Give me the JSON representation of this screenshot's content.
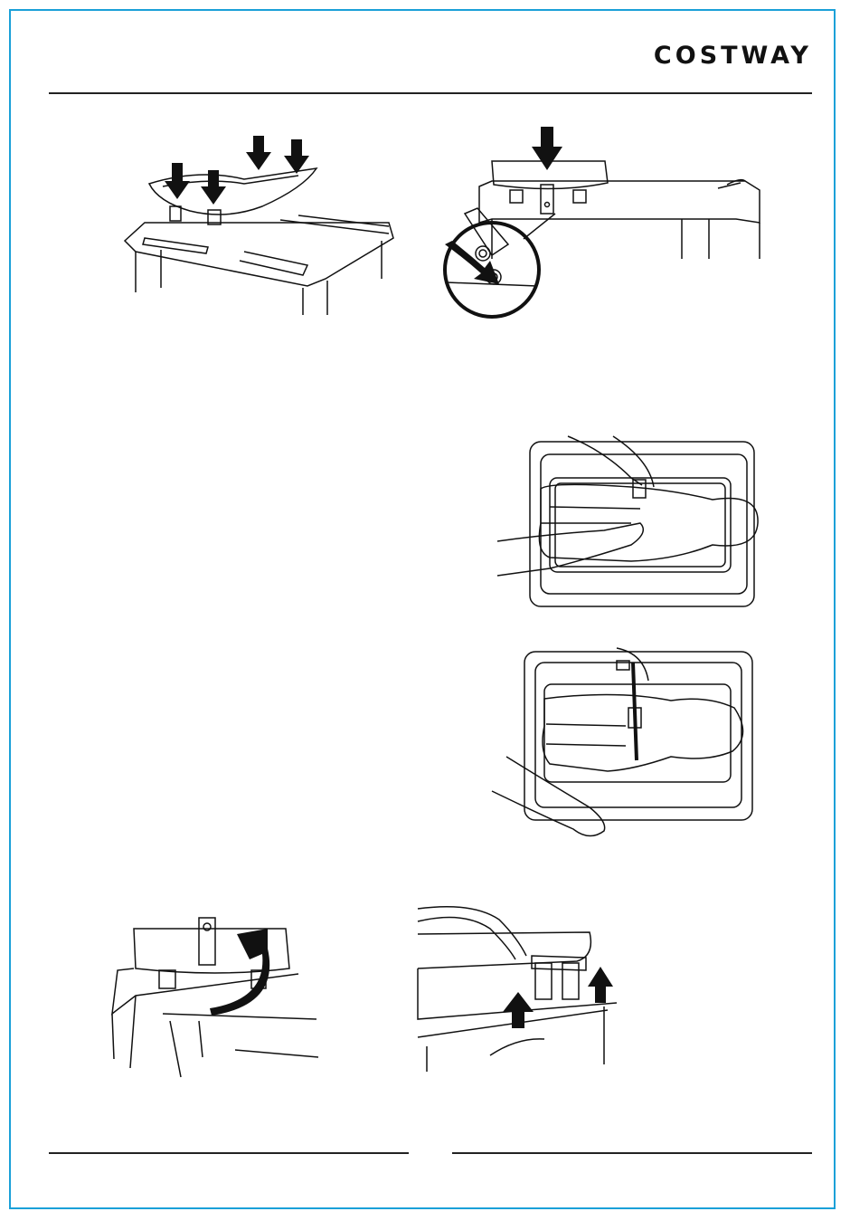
{
  "header": {
    "brand": "COSTWAY"
  },
  "figures": [
    {
      "id": "fig-1",
      "icon": "tray-insert-arrows-illustration"
    },
    {
      "id": "fig-2",
      "icon": "tray-lock-detail-illustration"
    },
    {
      "id": "fig-3",
      "icon": "buckle-strap-illustration"
    },
    {
      "id": "fig-4",
      "icon": "strap-tighten-illustration"
    },
    {
      "id": "fig-5",
      "icon": "tray-rotate-illustration"
    },
    {
      "id": "fig-6",
      "icon": "tray-lift-illustration"
    }
  ],
  "colors": {
    "frame": "#1aa0d8",
    "ink": "#111111"
  }
}
